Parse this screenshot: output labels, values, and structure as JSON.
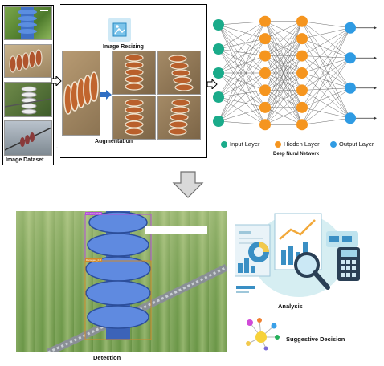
{
  "pipeline": {
    "dataset_label": "Image Dataset",
    "resizing_label": "Image Resizing",
    "augmentation_label": "Augmentation",
    "dataset_dot": "."
  },
  "network": {
    "title": "Deep Nural Network",
    "legend": {
      "input": "Input Layer",
      "hidden": "Hidden Layer",
      "output": "Output Layer"
    },
    "colors": {
      "input": "#1aab8a",
      "hidden": "#f5951f",
      "output": "#2f9be3"
    }
  },
  "results": {
    "detection_label": "Detection",
    "analysis_label": "Analysis",
    "decision_label": "Suggestive Decision",
    "box_tags": [
      "Insulator_0.94",
      "Damaged_0.8"
    ]
  }
}
